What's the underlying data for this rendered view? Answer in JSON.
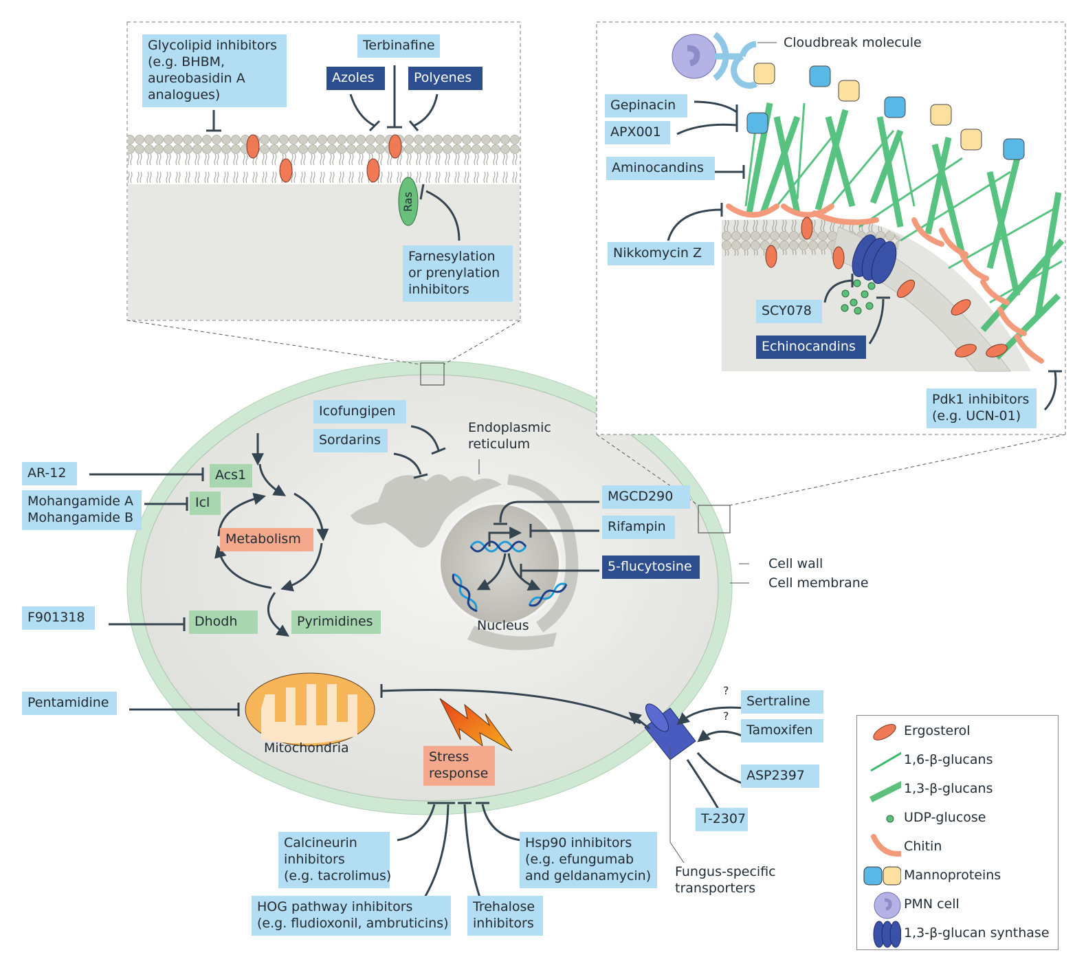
{
  "figure": {
    "membrane_panel": {
      "drugs": {
        "glycolipid": "Glycolipid inhibitors\n(e.g. BHBM,\naureobasidin A\nanalogues)",
        "terbinafine": "Terbinafine",
        "azoles": "Azoles",
        "polyenes": "Polyenes",
        "farnesylation": "Farnesylation\nor prenylation\ninhibitors"
      },
      "ras_label": "Ras"
    },
    "wall_panel": {
      "cloudbreak_label": "Cloudbreak molecule",
      "drugs": {
        "gepinacin": "Gepinacin",
        "apx001": "APX001",
        "aminocandins": "Aminocandins",
        "nikkomycin": "Nikkomycin Z",
        "scy078": "SCY078",
        "echinocandins": "Echinocandins",
        "pdk1": "Pdk1 inhibitors\n(e.g. UCN-01)"
      }
    },
    "cell": {
      "drugs": {
        "ar12": "AR-12",
        "mohangamide": "Mohangamide A\nMohangamide B",
        "f901318": "F901318",
        "pentamidine": "Pentamidine",
        "icofungipen": "Icofungipen",
        "sordarins": "Sordarins",
        "mgcd290": "MGCD290",
        "rifampin": "Rifampin",
        "flucytosine": "5-flucytosine",
        "sertraline": "Sertraline",
        "tamoxifen": "Tamoxifen",
        "asp2397": "ASP2397",
        "t2307": "T-2307",
        "calcineurin": "Calcineurin\ninhibitors\n(e.g. tacrolimus)",
        "hog": "HOG pathway inhibitors\n(e.g. fludioxonil, ambruticins)",
        "trehalose": "Trehalose\ninhibitors",
        "hsp90": "Hsp90 inhibitors\n(e.g. efungumab\nand geldanamycin)"
      },
      "targets": {
        "acs1": "Acs1",
        "icl": "Icl",
        "dhodh": "Dhodh",
        "pyrimidines": "Pyrimidines"
      },
      "processes": {
        "metabolism": "Metabolism",
        "stress": "Stress\nresponse"
      },
      "structures": {
        "er": "Endoplasmic\nreticulum",
        "nucleus": "Nucleus",
        "mitochondria": "Mitochondria",
        "cell_wall": "Cell wall",
        "cell_membrane": "Cell membrane",
        "transporters": "Fungus-specific\ntransporters"
      },
      "question_mark": "?"
    },
    "legend": {
      "items": [
        {
          "icon": "ergosterol-icon",
          "label": "Ergosterol"
        },
        {
          "icon": "thin-glucan-icon",
          "label": "1,6-β-glucans"
        },
        {
          "icon": "thick-glucan-icon",
          "label": "1,3-β-glucans"
        },
        {
          "icon": "udp-glucose-icon",
          "label": "UDP-glucose"
        },
        {
          "icon": "chitin-icon",
          "label": "Chitin"
        },
        {
          "icon": "mannoprotein-icon",
          "label": "Mannoproteins"
        },
        {
          "icon": "pmn-cell-icon",
          "label": "PMN cell"
        },
        {
          "icon": "glucan-synthase-icon",
          "label": "1,3-β-glucan synthase"
        }
      ]
    },
    "colors": {
      "drug_light": "#b3ddf2",
      "drug_dark": "#2c4e8e",
      "target_green": "#a8d6ae",
      "process_salmon": "#f4a98d",
      "ergosterol": "#ef7a55",
      "glucan": "#3cb86a",
      "chitin": "#f39a7b",
      "cell_wall": "#cfe8d3",
      "cytoplasm": "#e4e4e0"
    }
  }
}
